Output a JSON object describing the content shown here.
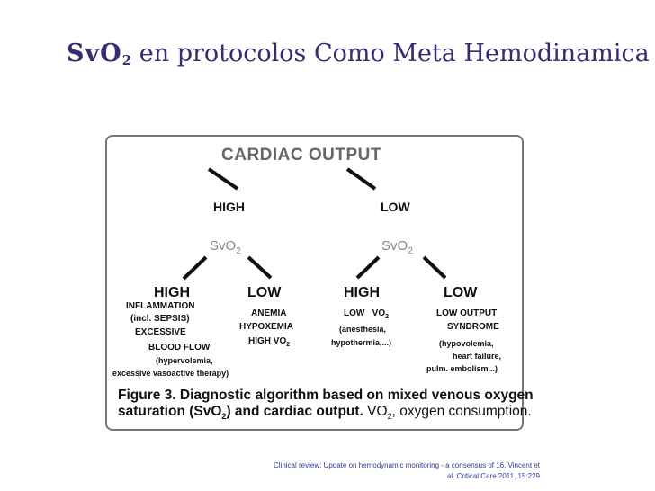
{
  "title": {
    "svo": "SvO",
    "sub": "2",
    "rest": " en protocolos Como Meta Hemodinamica"
  },
  "diagram": {
    "root": "CARDIAC OUTPUT",
    "level1": {
      "high": "HIGH",
      "low": "LOW"
    },
    "svo2": {
      "text": "SvO",
      "sub": "2"
    },
    "branches": {
      "hh": {
        "label": "HIGH",
        "lines": [
          "INFLAMMATION",
          "(incl. SEPSIS)",
          "EXCESSIVE",
          "BLOOD FLOW",
          "(hypervolemia,",
          "excessive vasoactive therapy)"
        ]
      },
      "hl": {
        "label": "LOW",
        "lines": [
          "ANEMIA",
          "HYPOXEMIA",
          "HIGH VO",
          "2"
        ]
      },
      "lh": {
        "label": "HIGH",
        "lines": [
          "LOW   VO",
          "2",
          "(anesthesia,",
          "hypothermia,...)"
        ]
      },
      "ll": {
        "label": "LOW",
        "lines": [
          "LOW OUTPUT",
          "SYNDROME",
          "(hypovolemia,",
          "heart failure,",
          "pulm. embolism...)"
        ]
      }
    },
    "caption": {
      "bold1": "Figure 3. Diagnostic algorithm based on mixed venous oxygen",
      "bold2a": "saturation (SvO",
      "sub": "2",
      "bold2b": ") and cardiac output.",
      "normal_a": " VO",
      "normal_b": ", oxygen consumption."
    }
  },
  "citation": {
    "line1": "Clinical review: Update on hemodynamic monitoring - a consensus of 16. Vincent et",
    "line2": "al. Critical Care 2011, 15:229"
  }
}
